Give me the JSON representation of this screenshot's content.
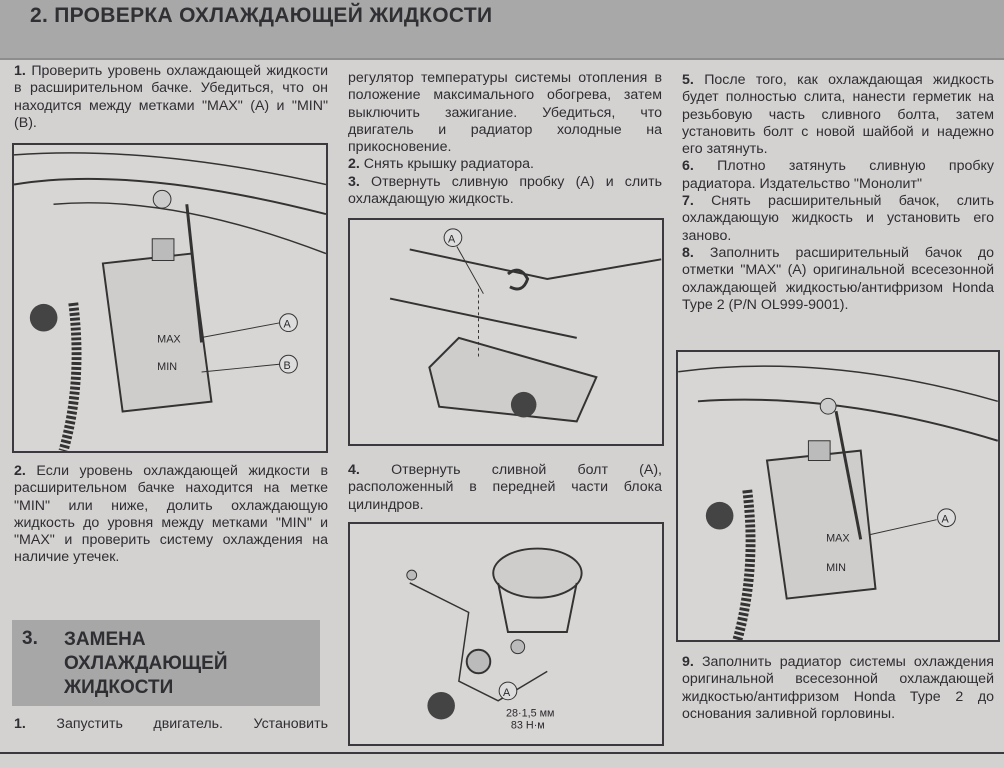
{
  "header": {
    "title": "2. ПРОВЕРКА ОХЛАЖДАЮЩЕЙ ЖИДКОСТИ"
  },
  "col1": {
    "p1": {
      "num": "1.",
      "text": "Проверить уровень охлаждающей жидкости в расширительном бачке. Убедиться, что он находится между метками \"MAX\" (A) и \"MIN\" (B)."
    },
    "p2": {
      "num": "2.",
      "text": "Если уровень охлаждающей жидкости в расширительном бачке находится на метке \"MIN\" или ниже, долить охлаждающую жидкость до уровня между метками \"MIN\" и \"MAX\" и проверить систему охлаждения на наличие утечек."
    },
    "section3": {
      "num": "3.",
      "title": "ЗАМЕНА ОХЛАЖДАЮЩЕЙ ЖИДКОСТИ"
    },
    "p3": {
      "num": "1.",
      "text": "Запустить двигатель. Установить"
    }
  },
  "col2": {
    "p1": {
      "text": "регулятор температуры системы отопления в положение максимального обогрева, затем выключить зажигание. Убедиться, что двигатель и радиатор холодные на прикосновение."
    },
    "p2": {
      "num": "2.",
      "text": "Снять крышку радиатора."
    },
    "p3": {
      "num": "3.",
      "text": "Отвернуть сливную пробку (A) и слить охлаждающую жидкость."
    },
    "p4": {
      "num": "4.",
      "text": "Отвернуть сливной болт (A), расположенный в передней части блока цилиндров."
    }
  },
  "col3": {
    "p5": {
      "num": "5.",
      "text": "После того, как охлаждающая жидкость будет полностью слита, нанести герметик на резьбовую часть сливного болта, затем установить болт с новой шайбой и надежно его затянуть."
    },
    "p6": {
      "num": "6.",
      "text": "Плотно затянуть сливную пробку радиатора. Издательство \"Монолит\""
    },
    "p7": {
      "num": "7.",
      "text": "Снять расширительный бачок, слить охлаждающую жидкость и установить его заново."
    },
    "p8": {
      "num": "8.",
      "text": "Заполнить расширительный бачок до отметки \"MAX\" (A) оригинальной всесезонной охлаждающей жидкостью/антифризом Honda Type 2 (P/N OL999-9001)."
    },
    "p9": {
      "num": "9.",
      "text": "Заполнить радиатор системы охлаждения оригинальной всесезонной охлаждающей жидкостью/антифризом Honda Type 2 до основания заливной горловины."
    }
  },
  "figures": {
    "fig1": {
      "label_a": "A",
      "label_b": "B",
      "mark_max": "MAX",
      "mark_min": "MIN"
    },
    "fig2": {
      "label_a": "A"
    },
    "fig3": {
      "label_a": "A",
      "spec1": "28·1,5 мм",
      "spec2": "83 Н·м"
    },
    "fig4": {
      "label_a": "A",
      "mark_max": "MAX",
      "mark_min": "MIN"
    },
    "watermark": "Монолит"
  }
}
